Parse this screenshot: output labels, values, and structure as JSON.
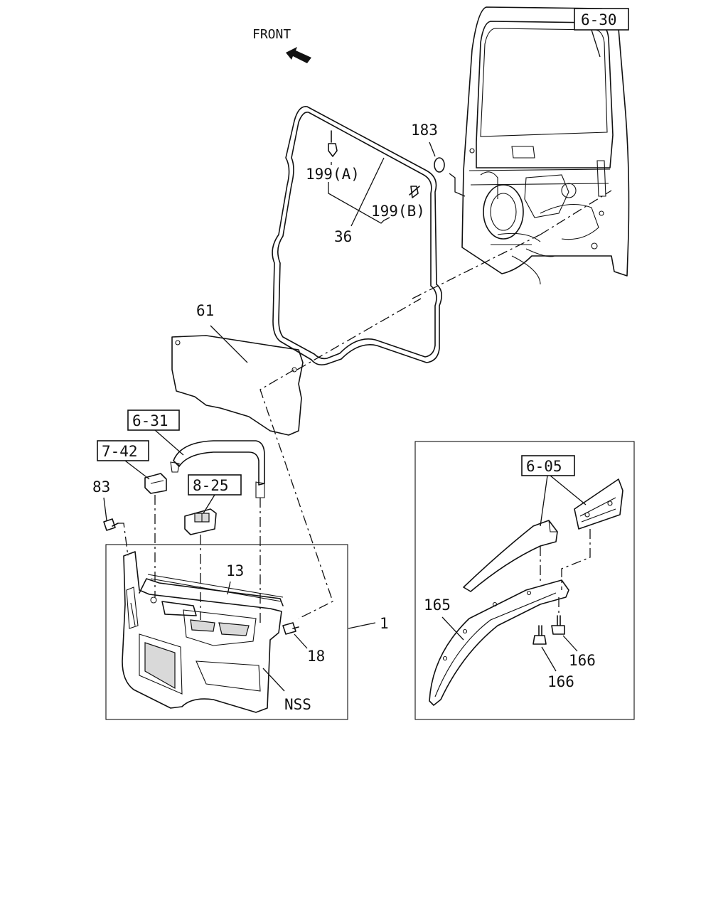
{
  "direction_label": "FRONT",
  "refs": {
    "r630": "6-30",
    "r631": "6-31",
    "r742": "7-42",
    "r825": "8-25",
    "r605": "6-05"
  },
  "parts": {
    "p183": "183",
    "p199a": "199(A)",
    "p199b": "199(B)",
    "p36": "36",
    "p61": "61",
    "p83": "83",
    "p13": "13",
    "p1": "1",
    "p18": "18",
    "nss": "NSS",
    "p165": "165",
    "p166a": "166",
    "p166b": "166"
  }
}
